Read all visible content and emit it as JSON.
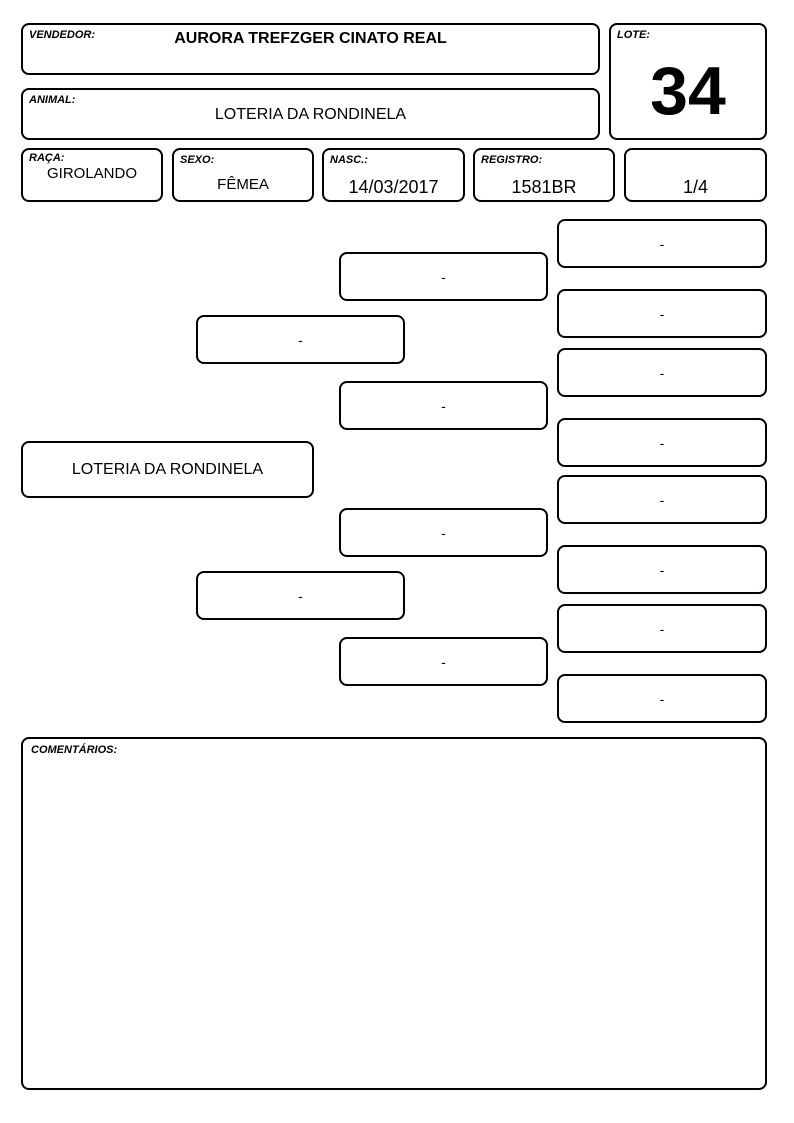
{
  "header": {
    "vendedor_label": "VENDEDOR:",
    "vendedor": "AURORA TREFZGER CINATO REAL",
    "animal_label": "ANIMAL:",
    "animal": "LOTERIA DA RONDINELA",
    "lote_label": "LOTE:",
    "lote": "34"
  },
  "info": {
    "raca_label": "RAÇA:",
    "raca": "GIROLANDO",
    "sexo_label": "SEXO:",
    "sexo": "FÊMEA",
    "nasc_label": "NASC.:",
    "nasc": "14/03/2017",
    "registro_label": "REGISTRO:",
    "registro": "1581BR",
    "fraction": "1/4"
  },
  "pedigree": {
    "animal": "LOTERIA DA RONDINELA",
    "parents": [
      "-",
      "-"
    ],
    "grandparents": [
      "-",
      "-",
      "-",
      "-"
    ],
    "great_grandparents": [
      "-",
      "-",
      "-",
      "-",
      "-",
      "-",
      "-",
      "-"
    ]
  },
  "comments": {
    "label": "COMENTÁRIOS:",
    "text": ""
  }
}
